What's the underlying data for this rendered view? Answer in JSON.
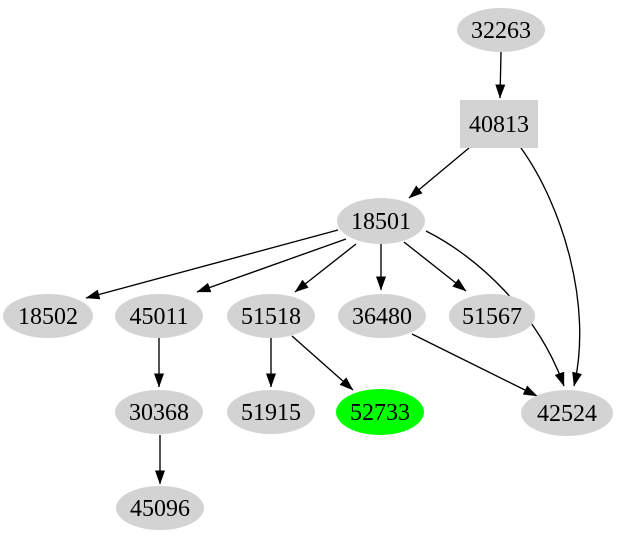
{
  "diagram": {
    "type": "directed-graph",
    "background": "#ffffff",
    "default_node_fill": "#d3d3d3",
    "highlight_fill": "#00ff00",
    "edge_color": "#000000",
    "text_color": "#000000",
    "nodes": {
      "n32263": {
        "label": "32263",
        "shape": "ellipse",
        "fill": "#d3d3d3"
      },
      "n40813": {
        "label": "40813",
        "shape": "box",
        "fill": "#d3d3d3"
      },
      "n18501": {
        "label": "18501",
        "shape": "ellipse",
        "fill": "#d3d3d3"
      },
      "n18502": {
        "label": "18502",
        "shape": "ellipse",
        "fill": "#d3d3d3"
      },
      "n45011": {
        "label": "45011",
        "shape": "ellipse",
        "fill": "#d3d3d3"
      },
      "n51518": {
        "label": "51518",
        "shape": "ellipse",
        "fill": "#d3d3d3"
      },
      "n36480": {
        "label": "36480",
        "shape": "ellipse",
        "fill": "#d3d3d3"
      },
      "n51567": {
        "label": "51567",
        "shape": "ellipse",
        "fill": "#d3d3d3"
      },
      "n30368": {
        "label": "30368",
        "shape": "ellipse",
        "fill": "#d3d3d3"
      },
      "n51915": {
        "label": "51915",
        "shape": "ellipse",
        "fill": "#d3d3d3"
      },
      "n52733": {
        "label": "52733",
        "shape": "ellipse",
        "fill": "#00ff00"
      },
      "n42524": {
        "label": "42524",
        "shape": "ellipse",
        "fill": "#d3d3d3"
      },
      "n45096": {
        "label": "45096",
        "shape": "ellipse",
        "fill": "#d3d3d3"
      }
    },
    "edges": [
      {
        "from": "32263",
        "to": "40813"
      },
      {
        "from": "40813",
        "to": "18501"
      },
      {
        "from": "40813",
        "to": "42524"
      },
      {
        "from": "18501",
        "to": "18502"
      },
      {
        "from": "18501",
        "to": "45011"
      },
      {
        "from": "18501",
        "to": "51518"
      },
      {
        "from": "18501",
        "to": "36480"
      },
      {
        "from": "18501",
        "to": "51567"
      },
      {
        "from": "18501",
        "to": "42524"
      },
      {
        "from": "45011",
        "to": "30368"
      },
      {
        "from": "51518",
        "to": "51915"
      },
      {
        "from": "51518",
        "to": "52733"
      },
      {
        "from": "36480",
        "to": "42524"
      },
      {
        "from": "30368",
        "to": "45096"
      }
    ]
  }
}
